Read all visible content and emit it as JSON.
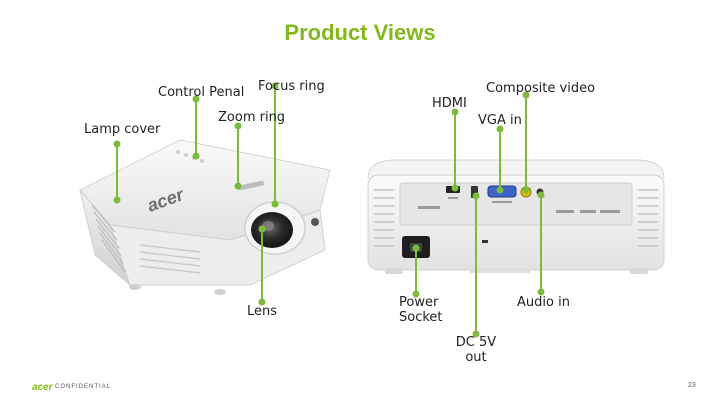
{
  "slide": {
    "title": "Product Views",
    "labels": {
      "control_penal": "Control Penal",
      "focus_ring": "Focus ring",
      "zoom_ring": "Zoom ring",
      "lamp_cover": "Lamp cover",
      "lens": "Lens",
      "hdmi": "HDMI",
      "composite_video": "Composite video",
      "vga_in": "VGA in",
      "power_socket_line1": "Power",
      "power_socket_line2": "Socket",
      "audio_in": "Audio in",
      "dc_5v_line1": "DC 5V",
      "dc_5v_line2": "out"
    },
    "front_brand": "acer",
    "footer": {
      "logo": "acer",
      "confidential": "CONFIDENTIAL",
      "page": "23"
    },
    "colors": {
      "accent": "#83b81a",
      "callout": "#7dbb3a"
    }
  }
}
